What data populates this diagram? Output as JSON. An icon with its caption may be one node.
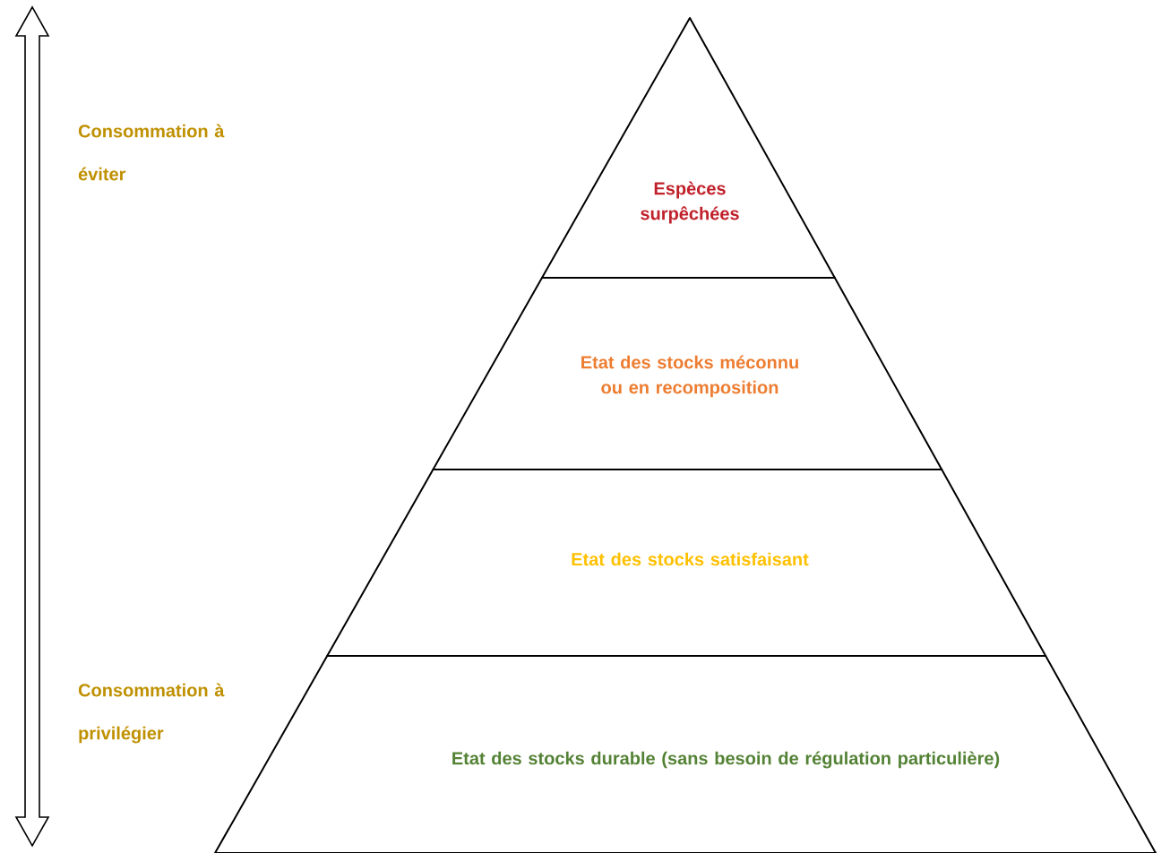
{
  "diagram": {
    "nodes": [
      {
        "text": [
          "Espèces surpêchées"
        ]
      },
      {
        "text": [
          "Etat des stocks méconnu ou en recomposition"
        ]
      },
      {
        "text": [
          "Etat des stocks satisfaisant"
        ]
      },
      {
        "text": [
          "Etat des stocks durable (sans besoin de régulation particulière)"
        ]
      }
    ],
    "edges": [],
    "labels": [
      "Consommation à éviter",
      "Consommation à privilégier"
    ]
  }
}
